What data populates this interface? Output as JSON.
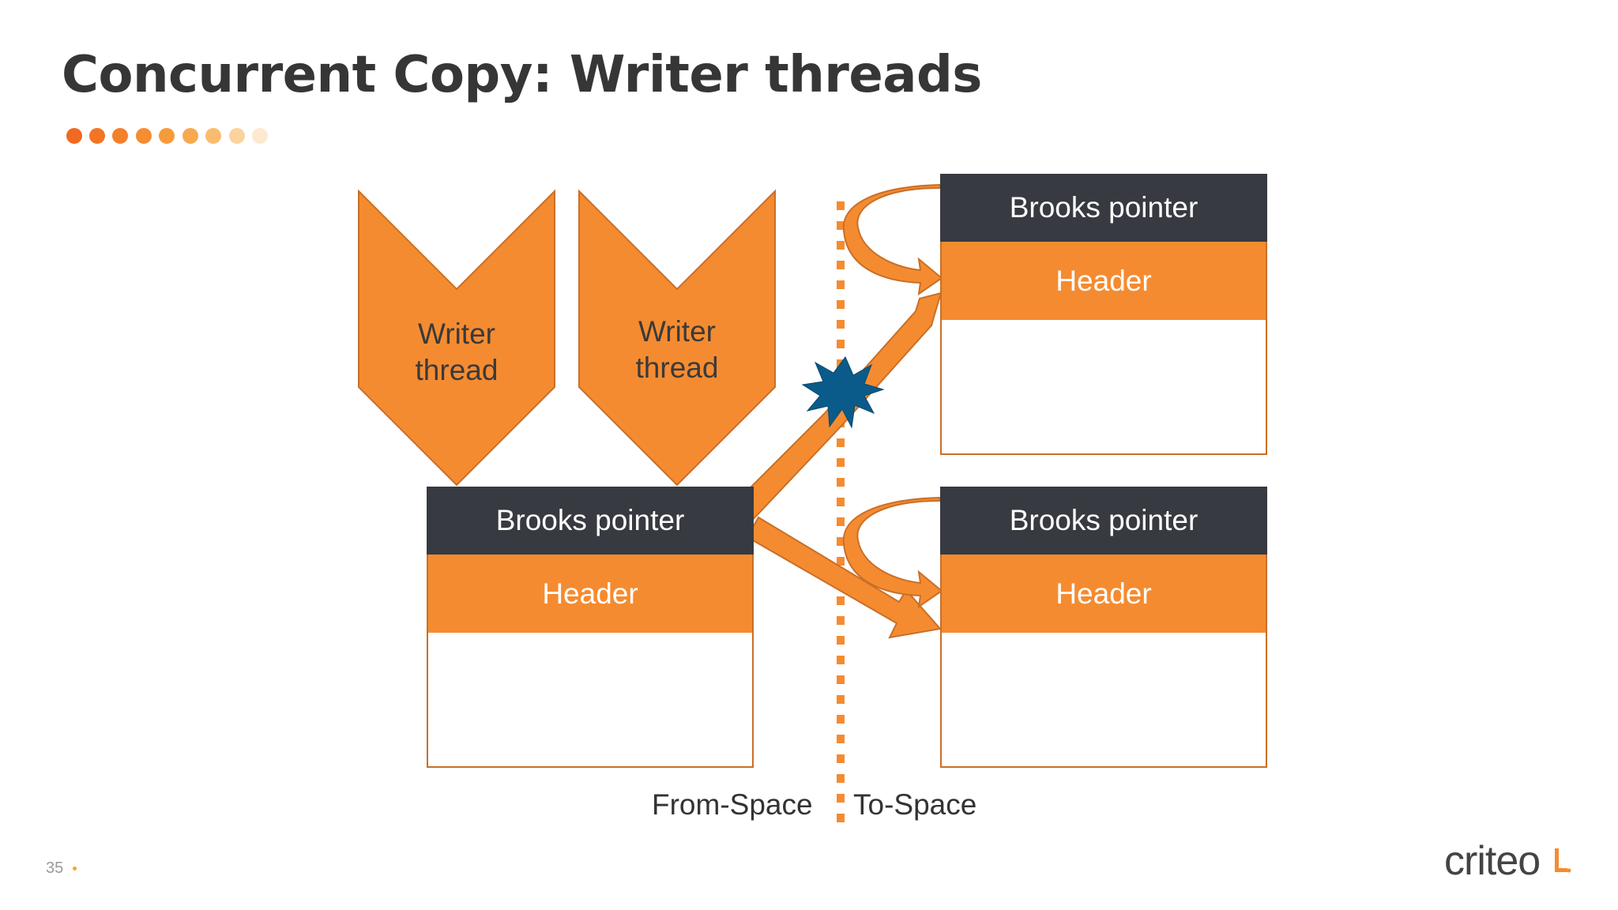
{
  "slide": {
    "title": "Concurrent Copy: Writer threads",
    "page_number": "35",
    "logo_text": "criteo",
    "accent_color": "#f58b30",
    "dark_color": "#373a40",
    "collision_color": "#0b5b8a"
  },
  "writer_threads": [
    {
      "line1": "Writer",
      "line2": "thread"
    },
    {
      "line1": "Writer",
      "line2": "thread"
    }
  ],
  "from_object": {
    "brooks": "Brooks pointer",
    "header": "Header"
  },
  "to_objects": [
    {
      "brooks": "Brooks pointer",
      "header": "Header"
    },
    {
      "brooks": "Brooks pointer",
      "header": "Header"
    }
  ],
  "spaces": {
    "from": "From-Space",
    "to": "To-Space"
  },
  "icons": [
    "chevron-down-icon",
    "arrow-icon",
    "curved-arrow-icon",
    "collision-burst-icon"
  ]
}
